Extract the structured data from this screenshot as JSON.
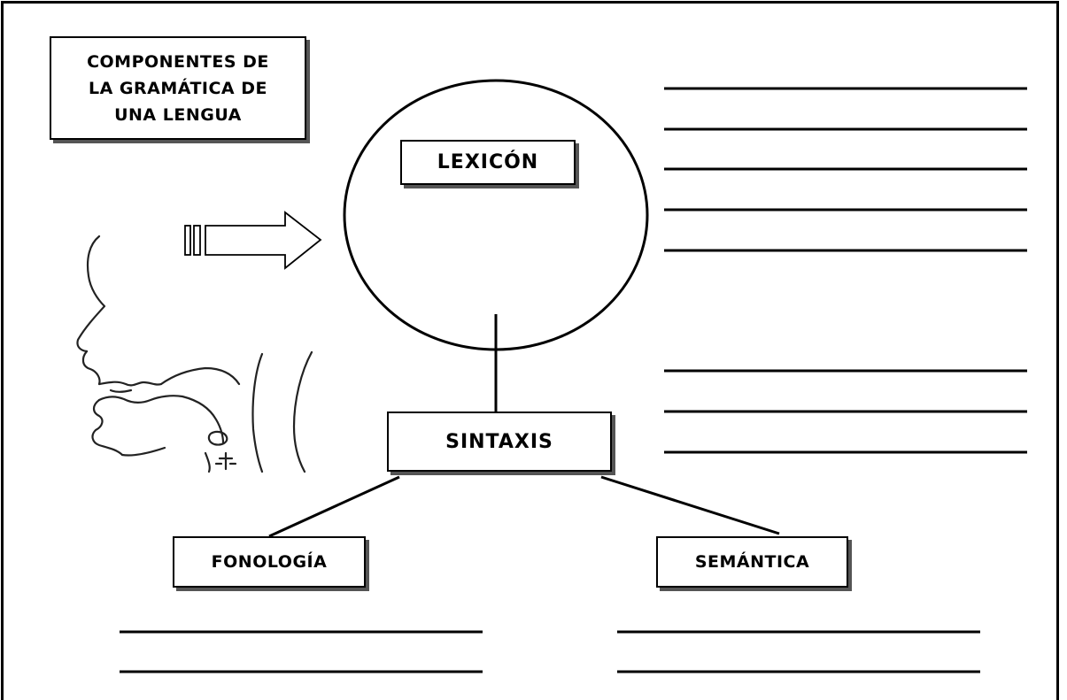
{
  "title": "COMPONENTES DE\nLA GRAMÁTICA DE\nUNA LENGUA",
  "nodes": {
    "lexicon": "LEXICÓN",
    "syntax": "SINTAXIS",
    "phonology": "FONOLOGÍA",
    "semantics": "SEMÁNTICA"
  },
  "images": {
    "head_profile": "vocal-tract-profile-sketch",
    "arrow": "right-arrow-icon"
  },
  "answer_lines": {
    "right_top_count": 5,
    "right_bottom_count": 3,
    "phonology_count": 2,
    "semantics_count": 2
  }
}
